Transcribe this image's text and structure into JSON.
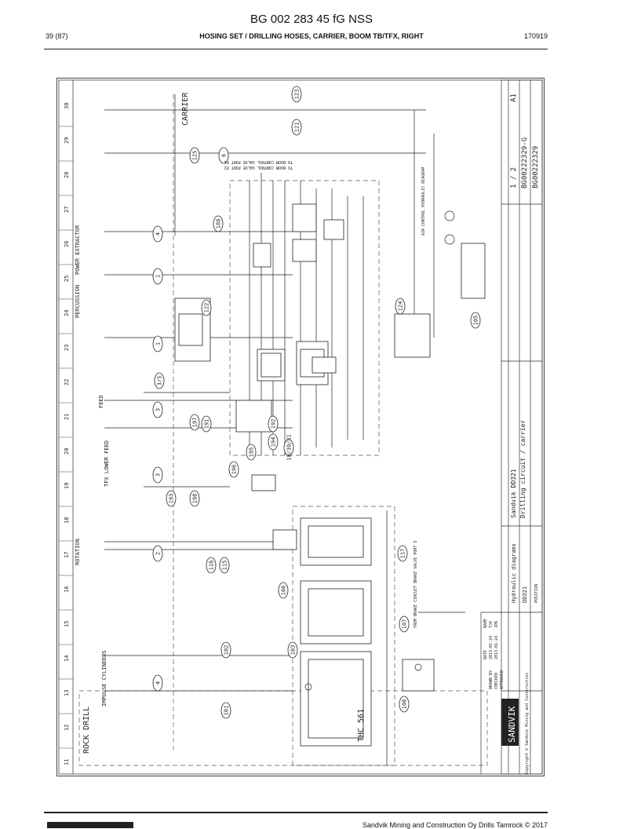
{
  "document": {
    "code": "BG 002 283 45 fG NSS"
  },
  "header": {
    "page": "39 (87)",
    "title": "HOSING SET / DRILLING HOSES, CARRIER, BOOM TB/TFX, RIGHT",
    "date": "170919"
  },
  "footer": {
    "company": "Sandvik Mining and Construction Oy Drills Tamrock © 2017"
  },
  "drawing": {
    "columns": [
      "11",
      "12",
      "13",
      "14",
      "15",
      "16",
      "17",
      "18",
      "19",
      "20",
      "21",
      "22",
      "23",
      "24",
      "25",
      "26",
      "27",
      "28",
      "29",
      "30"
    ],
    "sections": {
      "carrier": "CARRIER",
      "rock_drill": "ROCK DRILL",
      "thc": "THC 561"
    },
    "components": {
      "impulse_cylinders": "IMPULSE CYLINDERS",
      "rotation": "ROTATION",
      "tfx_lower_feed": "TFX LOWER FEED",
      "feed": "FEED",
      "percussion": "PERCUSSION",
      "power_extractor": "POWER EXTRACTOR"
    },
    "notes": {
      "boom_control_1": "TO BOOM CONTROL VALVE PORT P1",
      "boom_control_2": "TO BOOM CONTROL VALVE PORT P2",
      "air_ctrl": "AIR CONTROL HYDRAULIC DIAGRAM",
      "brake": "FROM BRAKE CIRCUIT BRAKE VALVE PORT 5"
    },
    "hose_numbers": [
      "123",
      "121",
      "125",
      "6",
      "188",
      "4",
      "1",
      "122",
      "124",
      "105",
      "3/5",
      "1",
      "3",
      "197",
      "191",
      "192",
      "194",
      "10/30/31",
      "195",
      "196",
      "3",
      "198",
      "193",
      "2",
      "116",
      "115",
      "117",
      "106",
      "107",
      "103",
      "102",
      "101",
      "108",
      "4"
    ],
    "title_block": {
      "company": "SANDVIK",
      "product": "Sandvik DD321",
      "circuit": "Drilling circuit / carrier",
      "type": "Hydraulic diagrams",
      "model": "DD321",
      "position_label": "POSITION",
      "sheet": "1 / 2",
      "size": "A1",
      "drawing_no": "BG00222329-G",
      "id_code": "BG00222329",
      "drawn_by_label": "DRAWN BY",
      "drawn_date": "2013-01-24",
      "checked_label": "CHECKED",
      "checked_date": "2013-01-24",
      "approved_label": "APPROVED",
      "date_label": "DATE",
      "name_label": "NAME",
      "name_drawn": "TJA",
      "name_checked": "JPR",
      "copyright": "Copyright © Sandvik Mining and Construction"
    }
  }
}
